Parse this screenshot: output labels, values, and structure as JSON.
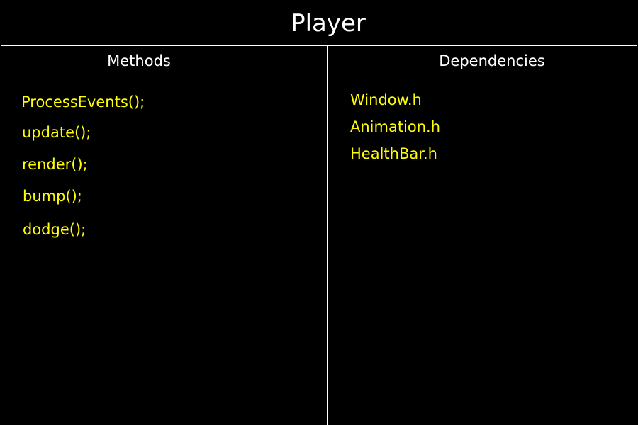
{
  "title": "Player",
  "columns": {
    "methods_header": "Methods",
    "dependencies_header": "Dependencies"
  },
  "methods": [
    "ProcessEvents();",
    "update();",
    "render();",
    "bump();",
    "dodge();"
  ],
  "dependencies": [
    "Window.h",
    "Animation.h",
    "HealthBar.h"
  ],
  "colors": {
    "background": "#000000",
    "lines": "#ffffff",
    "header_text": "#ffffff",
    "item_text": "#ffff00"
  }
}
